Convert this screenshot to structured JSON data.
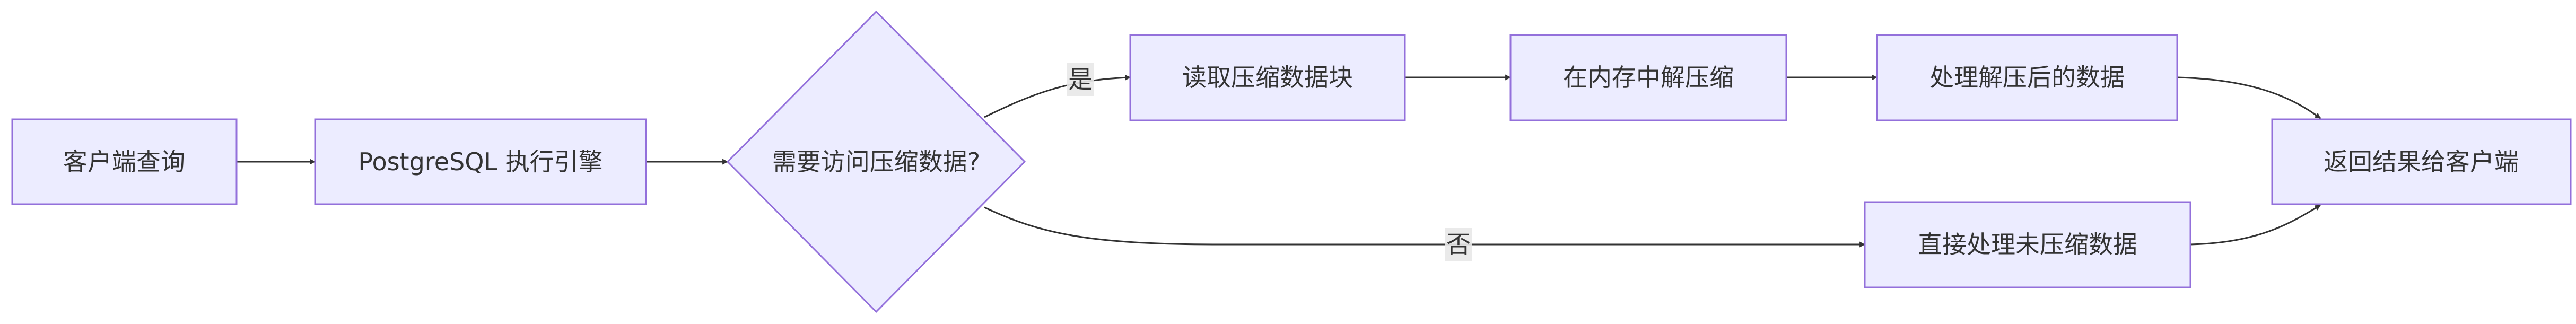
{
  "diagram": {
    "nodes": {
      "client_query": "客户端查询",
      "engine": "PostgreSQL 执行引擎",
      "decision": "需要访问压缩数据?",
      "read_block": "读取压缩数据块",
      "decompress": "在内存中解压缩",
      "process_decompressed": "处理解压后的数据",
      "process_uncompressed": "直接处理未压缩数据",
      "return_result": "返回结果给客户端"
    },
    "edge_labels": {
      "yes": "是",
      "no": "否"
    },
    "colors": {
      "node_fill": "#ECECFF",
      "node_stroke": "#9370DB",
      "edge": "#333333",
      "label_bg": "#e8e8e8"
    }
  }
}
